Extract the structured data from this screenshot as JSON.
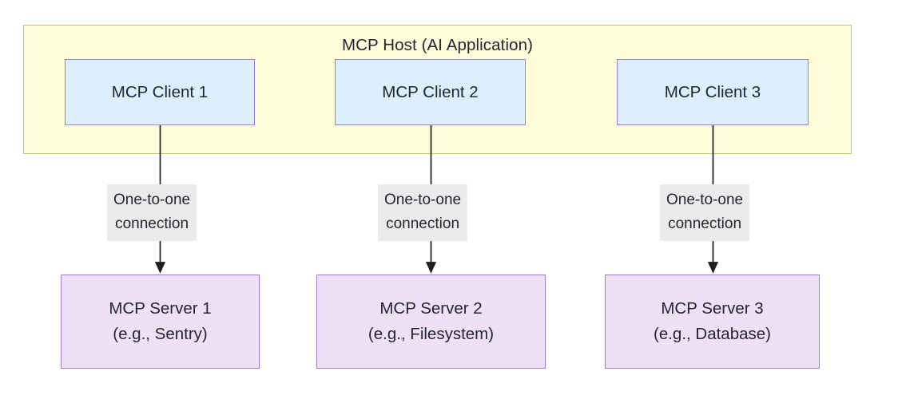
{
  "diagram": {
    "type": "flowchart",
    "title": "MCP Host (AI Application)",
    "colors": {
      "host_fill": "#fffdd9",
      "host_border": "#c9c36a",
      "client_fill": "#dceffd",
      "client_border": "#9a7fd6",
      "server_fill": "#efe0f5",
      "server_border": "#9a7fd6",
      "label_bg": "#ebebeb",
      "connector": "#1f1f1f",
      "text": "#22272f"
    }
  },
  "host": {
    "title": "MCP Host (AI Application)",
    "clients": [
      {
        "label": "MCP Client 1"
      },
      {
        "label": "MCP Client 2"
      },
      {
        "label": "MCP Client 3"
      }
    ]
  },
  "connections": [
    {
      "label_line1": "One-to-one",
      "label_line2": "connection",
      "from": "MCP Client 1",
      "to": "MCP Server 1"
    },
    {
      "label_line1": "One-to-one",
      "label_line2": "connection",
      "from": "MCP Client 2",
      "to": "MCP Server 2"
    },
    {
      "label_line1": "One-to-one",
      "label_line2": "connection",
      "from": "MCP Client 3",
      "to": "MCP Server 3"
    }
  ],
  "servers": [
    {
      "name": "MCP Server 1",
      "example": "(e.g., Sentry)"
    },
    {
      "name": "MCP Server 2",
      "example": "(e.g., Filesystem)"
    },
    {
      "name": "MCP Server 3",
      "example": "(e.g., Database)"
    }
  ]
}
